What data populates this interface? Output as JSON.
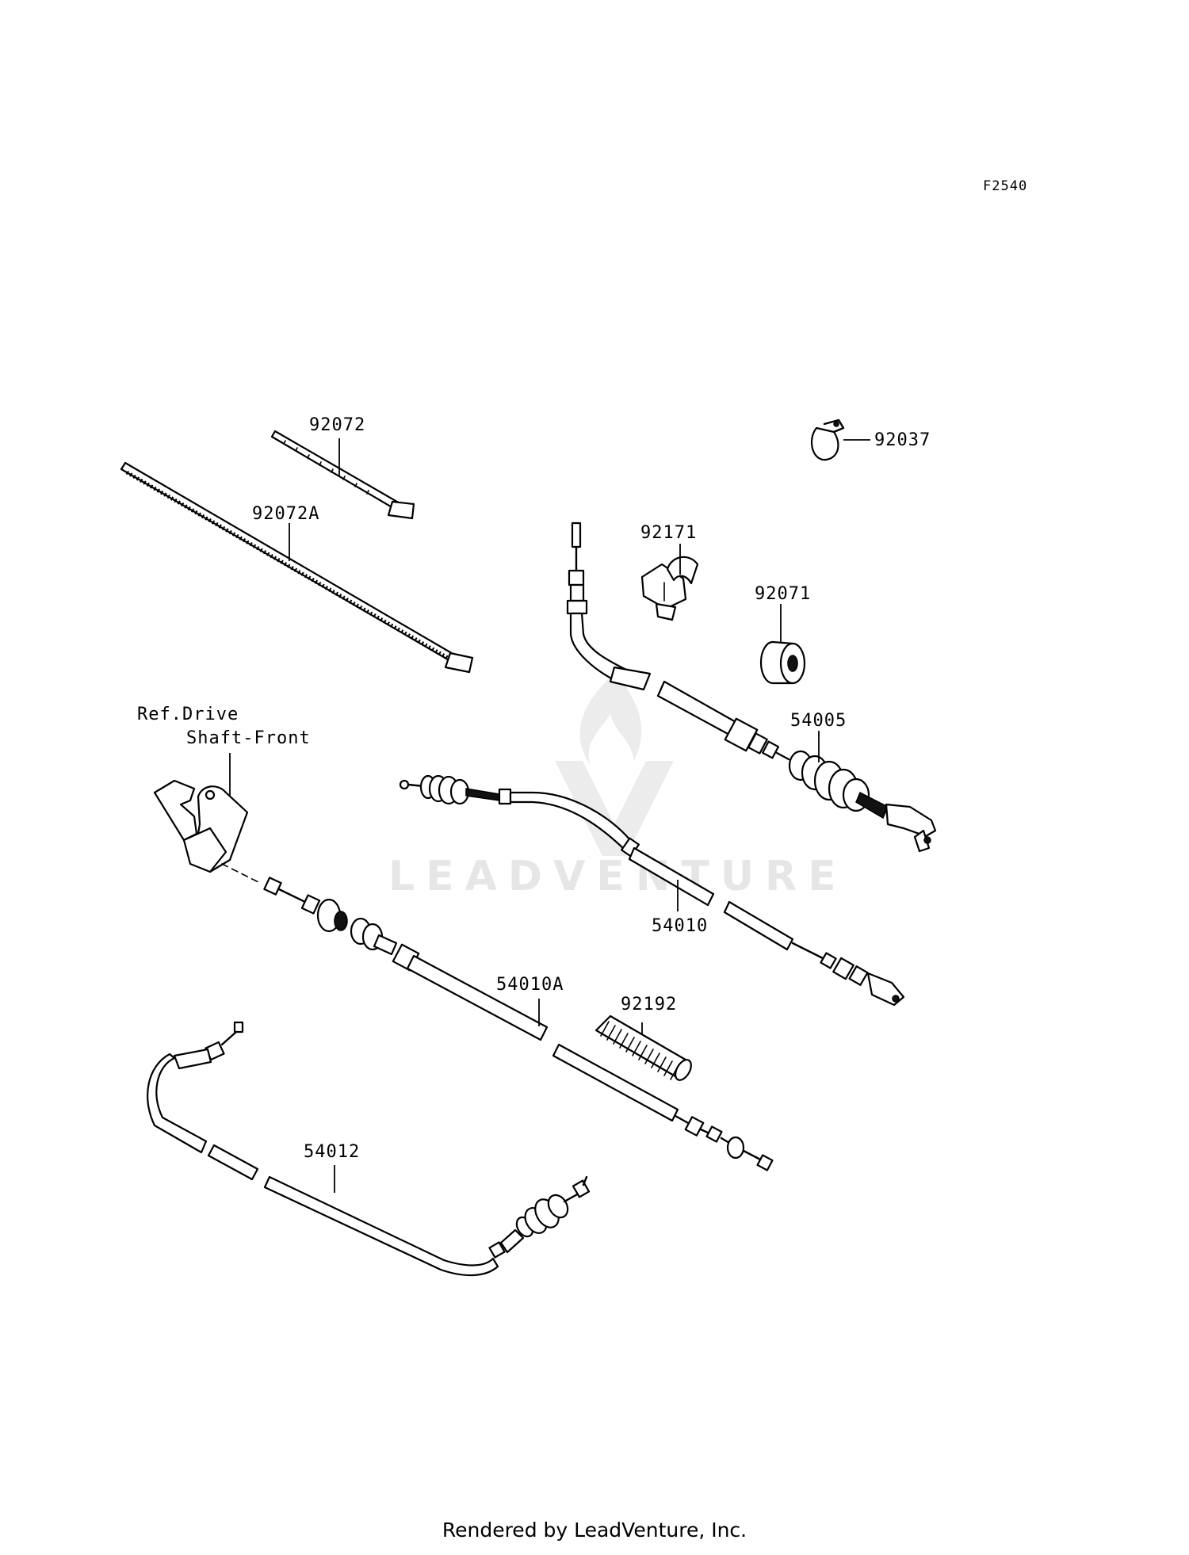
{
  "figure_id": "F2540",
  "watermark": "LEADVENTURE",
  "footer": "Rendered by LeadVenture, Inc.",
  "reference": {
    "line1": "Ref.Drive",
    "line2": "Shaft-Front"
  },
  "parts": {
    "p92072": "92072",
    "p92072A": "92072A",
    "p92037": "92037",
    "p92171": "92171",
    "p92071": "92071",
    "p54005": "54005",
    "p54010": "54010",
    "p54010A": "54010A",
    "p92192": "92192",
    "p54012": "54012"
  }
}
